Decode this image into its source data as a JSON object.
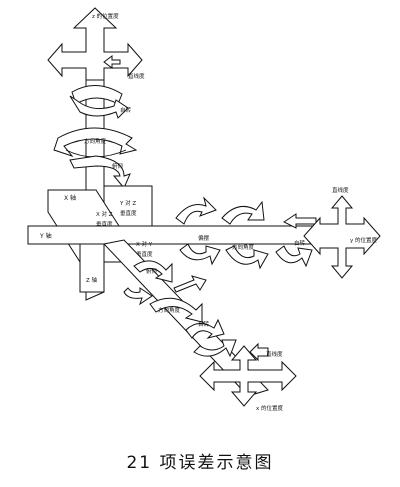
{
  "labels": {
    "x_axis_label": "X 轴",
    "y_axis_label": "Y 轴",
    "z_axis_label": "Z 轴",
    "x_to_z": "X 对 Z",
    "y_to_z": "Y 对 Z",
    "x_to_y": "X 对 Y",
    "perpendicularity": "垂直度",
    "yaw": "偏摆",
    "pitch": "俯仰",
    "roll": "自转",
    "straightness": "直线度",
    "x_position": "x 的位置度",
    "y_position": "y 的位置度",
    "z_position": "z 的位置度",
    "direction_angle": "方向角度"
  },
  "caption": "21 项误差示意图"
}
